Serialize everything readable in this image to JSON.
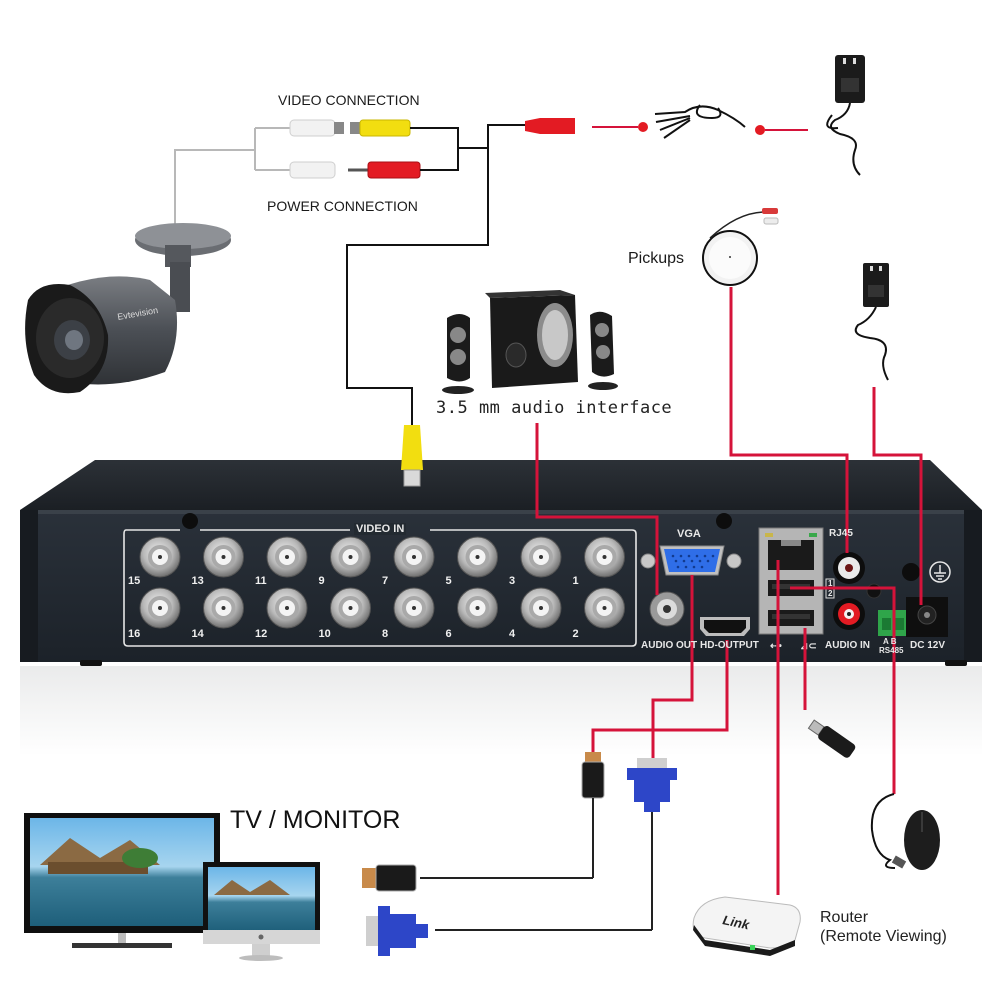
{
  "title": "DVR Connection Diagram",
  "labels": {
    "video_connection": "VIDEO CONNECTION",
    "power_connection": "POWER CONNECTION",
    "pickups": "Pickups",
    "audio_interface": "3.5 mm audio interface",
    "tv_monitor": "TV / MONITOR",
    "router": "Router\n(Remote Viewing)",
    "camera_brand": "Evtevision",
    "router_brand": "Link"
  },
  "dvr_panel": {
    "video_in_label": "VIDEO IN",
    "video_in_ports_top": [
      "15",
      "13",
      "11",
      "9",
      "7",
      "5",
      "3",
      "1"
    ],
    "video_in_ports_bottom": [
      "16",
      "14",
      "12",
      "10",
      "8",
      "6",
      "4",
      "2"
    ],
    "vga": "VGA",
    "audio_out": "AUDIO OUT",
    "hd_output": "HD-OUTPUT",
    "rj45": "RJ45",
    "audio_in": "AUDIO IN",
    "rs485_ab": "A  B",
    "rs485": "RS485",
    "dc12v": "DC 12V",
    "usb_marks": [
      "1",
      "2"
    ]
  },
  "devices": [
    {
      "name": "Bullet camera",
      "icon": "camera-icon"
    },
    {
      "name": "Power adapter (top)",
      "icon": "power-adapter-icon"
    },
    {
      "name": "Power splitter cable",
      "icon": "splitter-cable-icon"
    },
    {
      "name": "Speakers",
      "icon": "speakers-icon"
    },
    {
      "name": "Pickup microphone",
      "icon": "microphone-icon"
    },
    {
      "name": "Power adapter (DVR)",
      "icon": "power-adapter-icon"
    },
    {
      "name": "HDMI cable",
      "icon": "hdmi-connector-icon"
    },
    {
      "name": "VGA cable",
      "icon": "vga-connector-icon"
    },
    {
      "name": "USB flash drive",
      "icon": "usb-drive-icon"
    },
    {
      "name": "Mouse",
      "icon": "mouse-icon"
    },
    {
      "name": "Router",
      "icon": "router-icon"
    },
    {
      "name": "TV",
      "icon": "tv-icon"
    },
    {
      "name": "Monitor",
      "icon": "monitor-icon"
    }
  ],
  "colors": {
    "connection_line": "#d5133a",
    "dvr_body": "#1f252c",
    "rca_yellow": "#f2de10",
    "rca_red": "#e31b23",
    "vga_blue": "#2d46c8"
  }
}
